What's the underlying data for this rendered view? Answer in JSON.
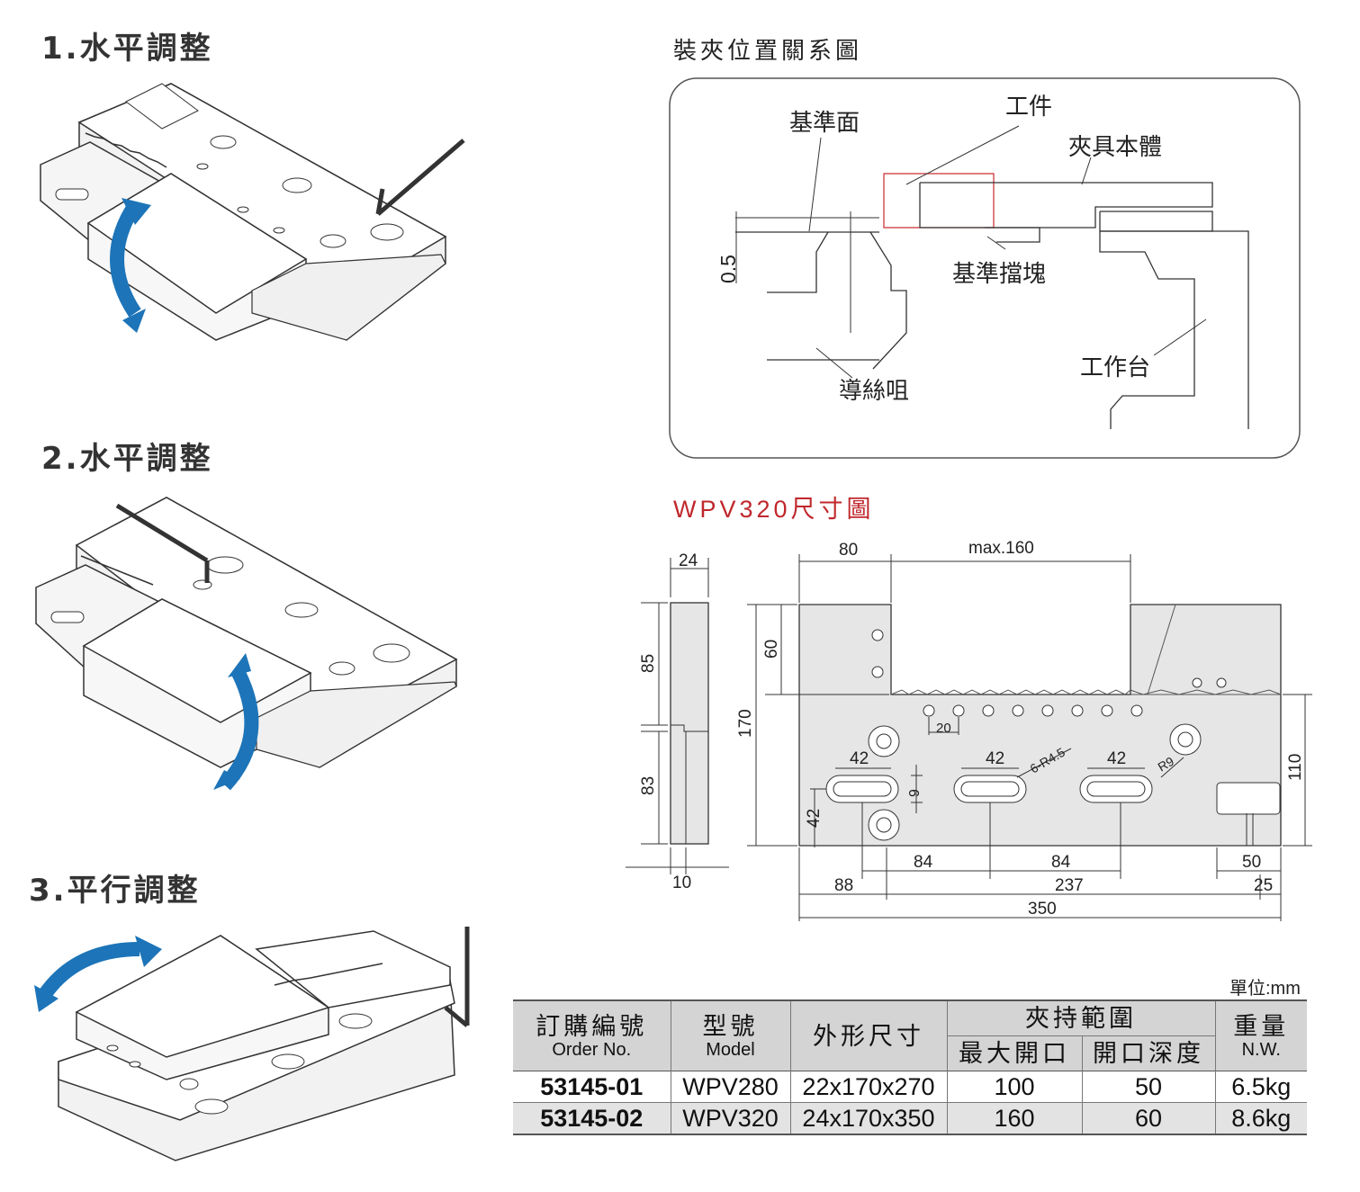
{
  "steps": [
    {
      "title": "1.水平調整"
    },
    {
      "title": "2.水平調整"
    },
    {
      "title": "3.平行調整"
    }
  ],
  "relation": {
    "title": "裝夾位置關系圖",
    "labels": {
      "reference_surface": "基準面",
      "workpiece": "工件",
      "fixture_body": "夾具本體",
      "reference_block": "基準擋塊",
      "lead_screw_nut": "導絲咀",
      "worktable": "工作台",
      "offset": "0.5"
    }
  },
  "dimension_drawing": {
    "title": "WPV320尺寸圖",
    "dims": {
      "d24": "24",
      "d85": "85",
      "d83": "83",
      "d10": "10",
      "d80": "80",
      "dmax160": "max.160",
      "d60": "60",
      "d170": "170",
      "d20": "20",
      "d42a": "42",
      "d42b": "42",
      "d42c": "42",
      "d42d": "42",
      "d9": "9",
      "d6r45": "6-R4.5",
      "dr9": "R9",
      "d110": "110",
      "d84a": "84",
      "d84b": "84",
      "d88": "88",
      "d237": "237",
      "d350": "350",
      "d50": "50",
      "d25": "25"
    }
  },
  "table": {
    "unit": "單位:mm",
    "headers": {
      "order_cn": "訂購編號",
      "order_en": "Order No.",
      "model_cn": "型號",
      "model_en": "Model",
      "size_cn": "外形尺寸",
      "range_cn": "夾持範圍",
      "max_open_cn": "最大開口",
      "depth_cn": "開口深度",
      "weight_cn": "重量",
      "weight_en": "N.W."
    },
    "rows": [
      {
        "order": "53145-01",
        "model": "WPV280",
        "size": "22x170x270",
        "max_open": "100",
        "depth": "50",
        "weight": "6.5kg"
      },
      {
        "order": "53145-02",
        "model": "WPV320",
        "size": "24x170x350",
        "max_open": "160",
        "depth": "60",
        "weight": "8.6kg"
      }
    ]
  },
  "colors": {
    "arrow_blue": "#1d74b8",
    "title_red": "#c0282d",
    "plate_gray": "#e6e6e6",
    "header_gray": "#d4d4d4"
  }
}
